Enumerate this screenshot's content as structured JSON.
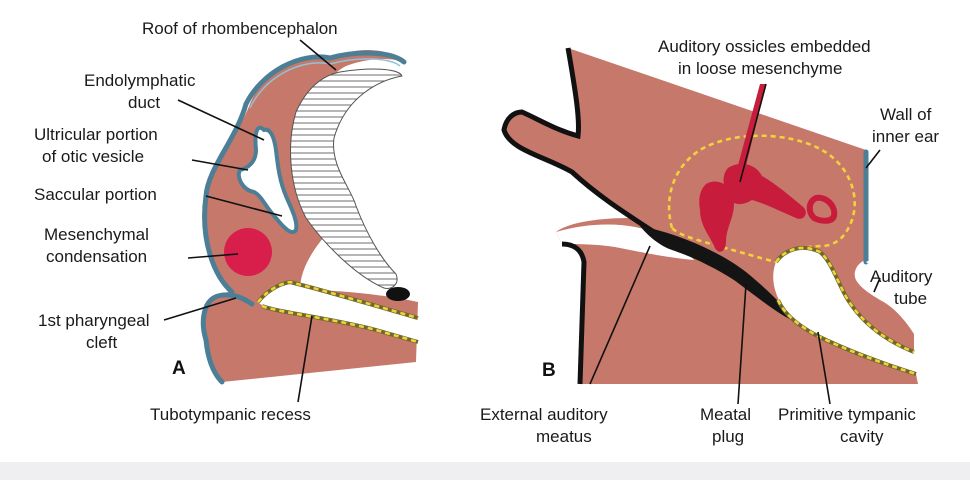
{
  "labels": {
    "roof_rhombencephalon": "Roof of rhombencephalon",
    "endolymphatic_1": "Endolymphatic",
    "endolymphatic_2": "duct",
    "utricular_1": "Ultricular portion",
    "utricular_2": "of otic vesicle",
    "saccular": "Saccular portion",
    "mesenchymal_1": "Mesenchymal",
    "mesenchymal_2": "condensation",
    "pharyngeal_1": "1st pharyngeal",
    "pharyngeal_2": "cleft",
    "tubotympanic": "Tubotympanic recess",
    "ossicles_1": "Auditory ossicles embedded",
    "ossicles_2": "in loose mesenchyme",
    "wall_1": "Wall of",
    "wall_2": "inner ear",
    "auditory_tube_1": "Auditory",
    "auditory_tube_2": "tube",
    "external_1": "External auditory",
    "external_2": "meatus",
    "meatal_1": "Meatal",
    "meatal_2": "plug",
    "tympanic_1": "Primitive tympanic",
    "tympanic_2": "cavity"
  },
  "panels": {
    "a": "A",
    "b": "B"
  },
  "colors": {
    "mesenchyme": "#c6786a",
    "epithelium": "#4c7f96",
    "condensation": "#d81f4b",
    "ossicles": "#c81c3c",
    "dashed_outline": "#f2d23a",
    "meatal_plug": "#141414"
  }
}
